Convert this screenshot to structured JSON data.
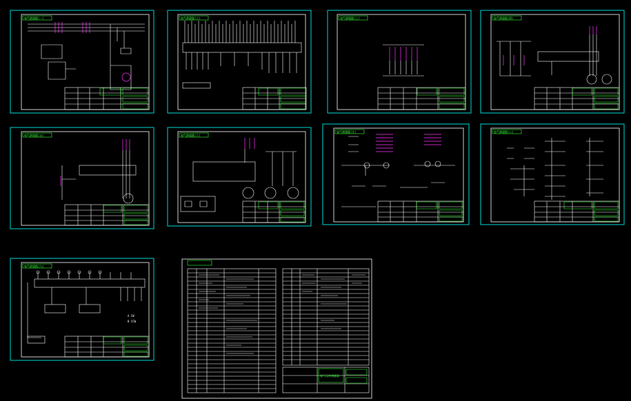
{
  "sheets": [
    {
      "id": "s1",
      "label": "电气原理图(一)"
    },
    {
      "id": "s2",
      "label": "电气原理图(二)"
    },
    {
      "id": "s3",
      "label": "电气原理图(三)"
    },
    {
      "id": "s4",
      "label": "电气原理图(四)"
    },
    {
      "id": "s5",
      "label": "电气原理图(五)"
    },
    {
      "id": "s6",
      "label": "电气原理图(六)"
    },
    {
      "id": "s7",
      "label": "电气原理图(七)"
    },
    {
      "id": "s8",
      "label": "电气原理图(八)"
    },
    {
      "id": "s9",
      "label": "电气原理图(九)"
    }
  ],
  "bom_title": "电气元件明细表",
  "colors": {
    "frame": "#00d8d8",
    "title_text": "#39ff39",
    "highlight": "#ff33ff",
    "line": "#ffffff",
    "background": "#000000"
  }
}
